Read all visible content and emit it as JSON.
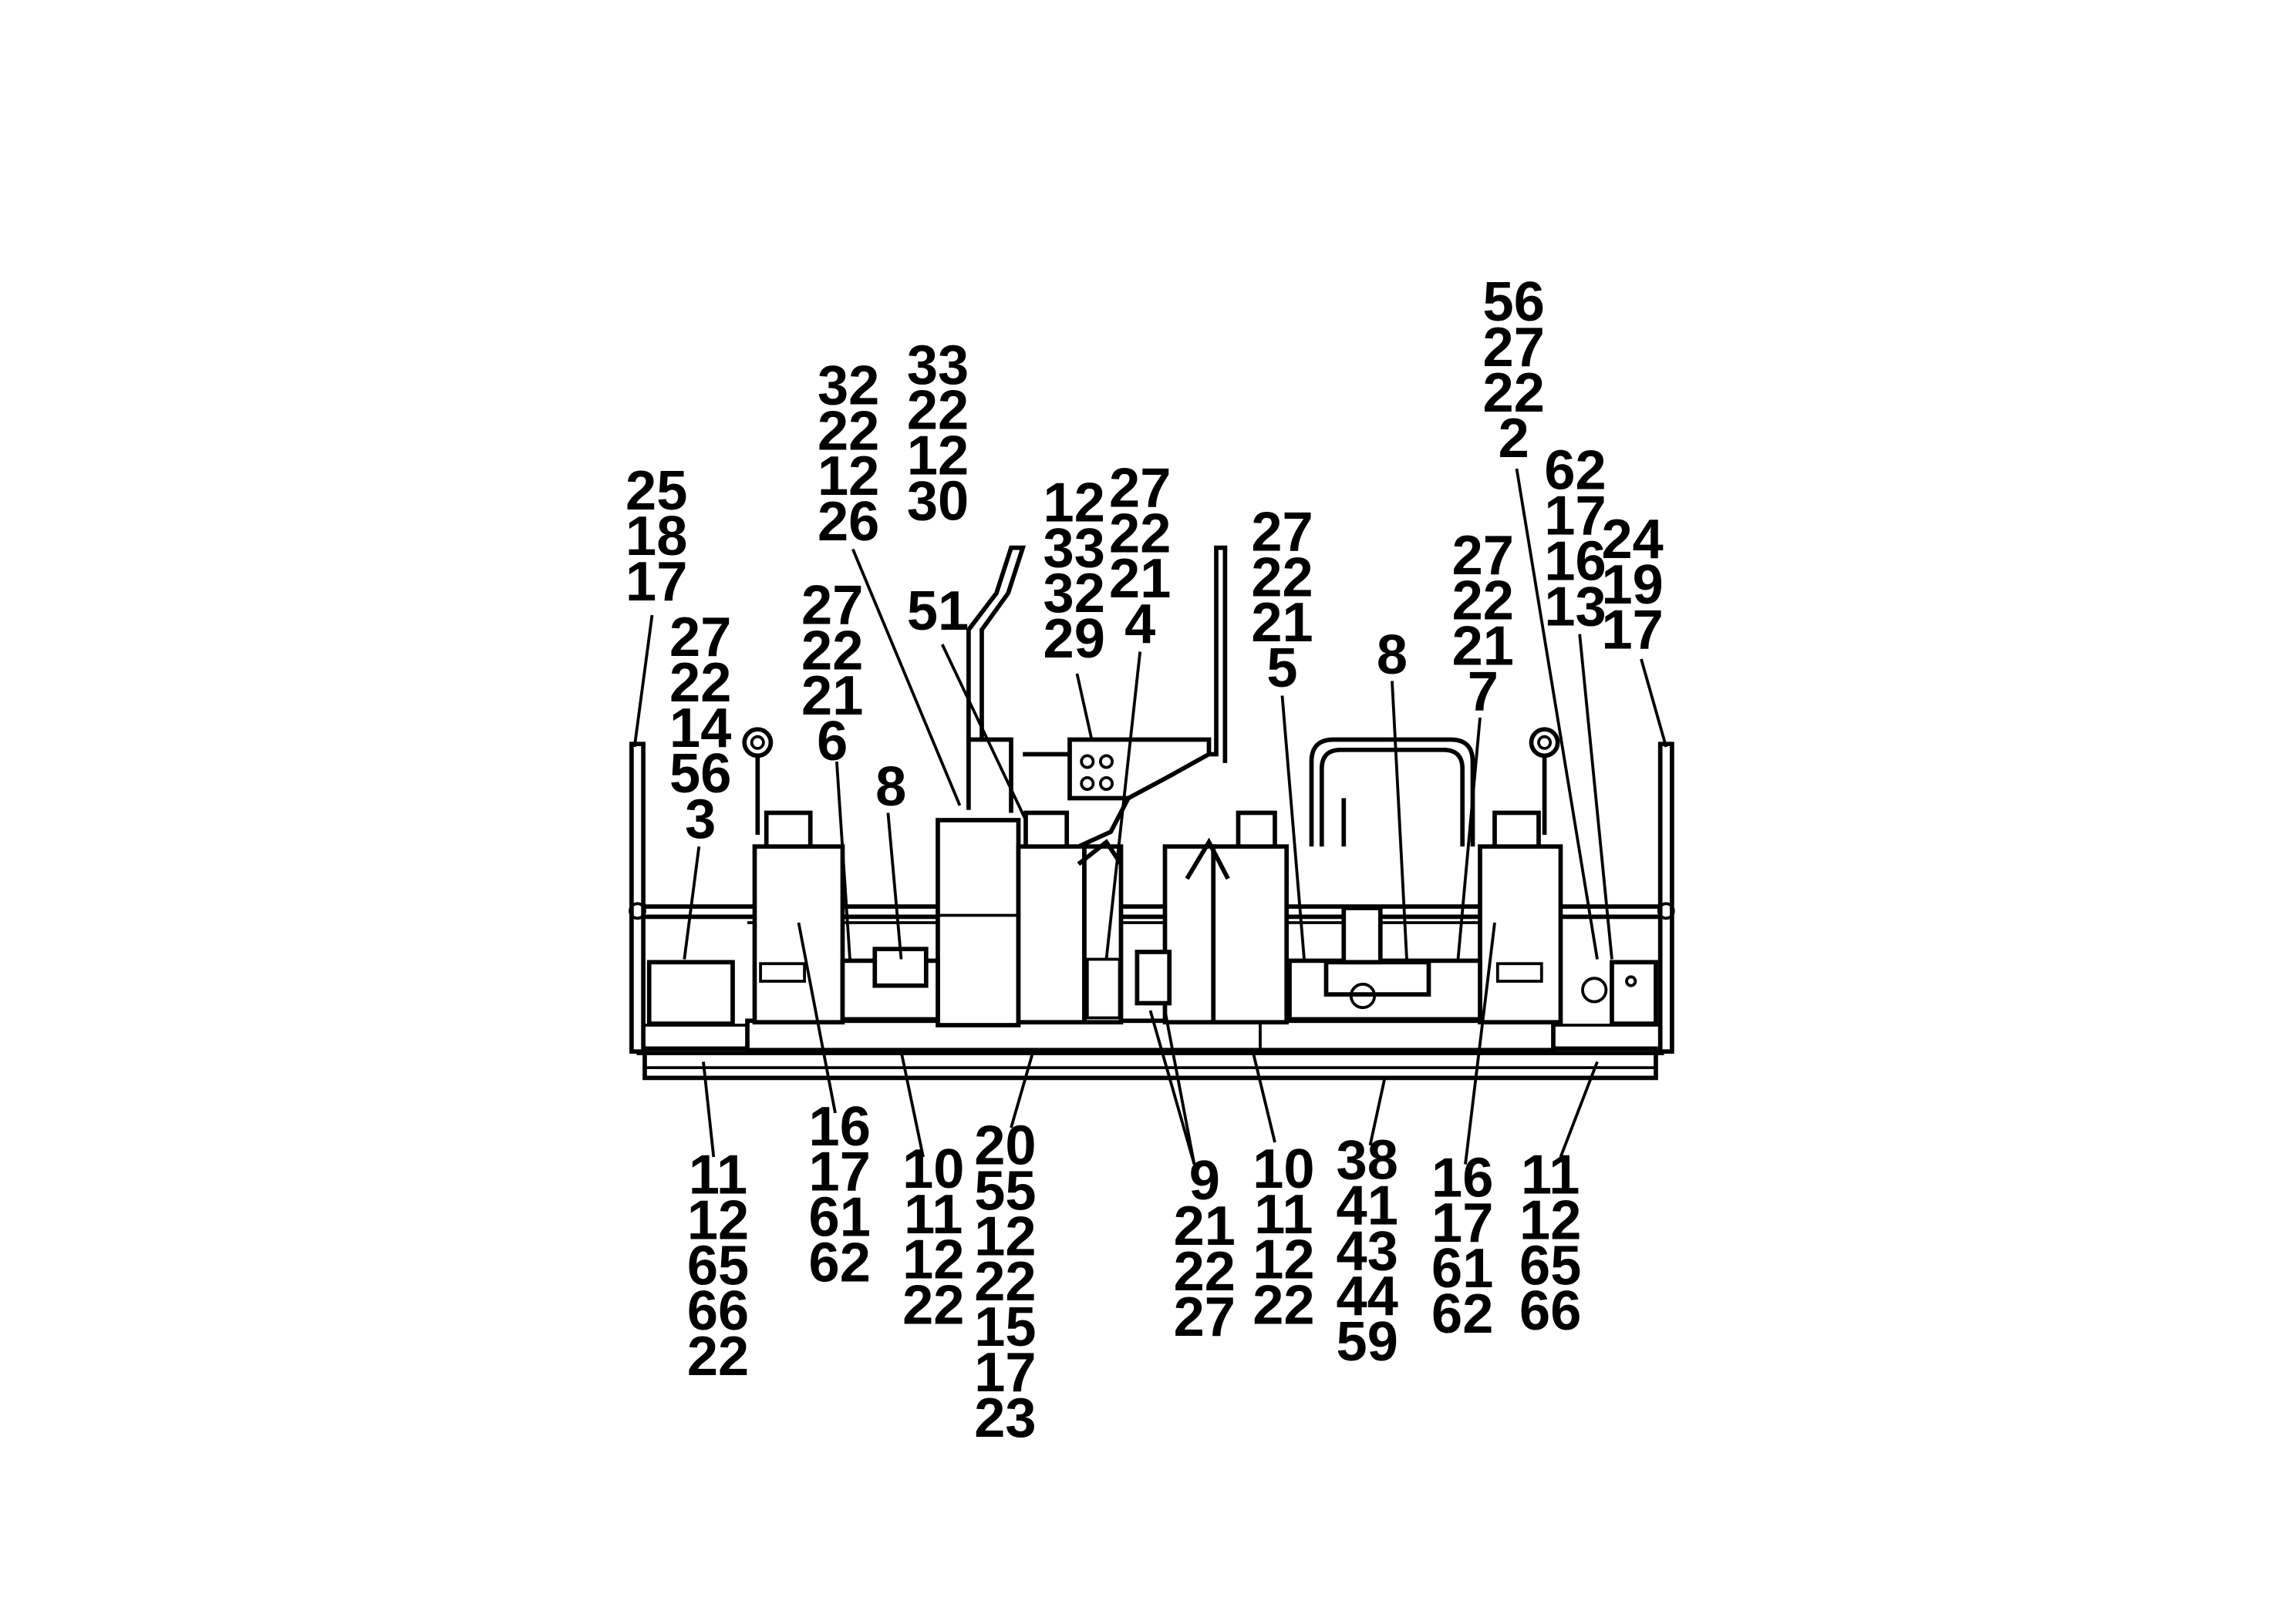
{
  "callouts": [
    {
      "id": "c1",
      "lines": [
        "25",
        "18",
        "17"
      ]
    },
    {
      "id": "c2",
      "lines": [
        "27",
        "22",
        "14",
        "56",
        "3"
      ]
    },
    {
      "id": "c3",
      "lines": [
        "32",
        "22",
        "12",
        "26"
      ]
    },
    {
      "id": "c4",
      "lines": [
        "33",
        "22",
        "12",
        "30"
      ]
    },
    {
      "id": "c5",
      "lines": [
        "27",
        "22",
        "21",
        "6"
      ]
    },
    {
      "id": "c6",
      "lines": [
        "8"
      ]
    },
    {
      "id": "c7",
      "lines": [
        "51"
      ]
    },
    {
      "id": "c8",
      "lines": [
        "12",
        "33",
        "32",
        "29"
      ]
    },
    {
      "id": "c9",
      "lines": [
        "27",
        "22",
        "21",
        "4"
      ]
    },
    {
      "id": "c10",
      "lines": [
        "27",
        "22",
        "21",
        "5"
      ]
    },
    {
      "id": "c11",
      "lines": [
        "8"
      ]
    },
    {
      "id": "c12",
      "lines": [
        "27",
        "22",
        "21",
        "7"
      ]
    },
    {
      "id": "c13",
      "lines": [
        "56",
        "27",
        "22",
        "2"
      ]
    },
    {
      "id": "c14",
      "lines": [
        "62",
        "17",
        "16",
        "13"
      ]
    },
    {
      "id": "c15",
      "lines": [
        "24",
        "19",
        "17"
      ]
    },
    {
      "id": "c16",
      "lines": [
        "11",
        "12",
        "65",
        "66",
        "22"
      ]
    },
    {
      "id": "c17",
      "lines": [
        "16",
        "17",
        "61",
        "62"
      ]
    },
    {
      "id": "c18",
      "lines": [
        "10",
        "11",
        "12",
        "22"
      ]
    },
    {
      "id": "c19",
      "lines": [
        "20",
        "55",
        "12",
        "22",
        "15",
        "17",
        "23"
      ]
    },
    {
      "id": "c20",
      "lines": [
        "9",
        "21",
        "22",
        "27"
      ]
    },
    {
      "id": "c21",
      "lines": [
        "10",
        "11",
        "12",
        "22"
      ]
    },
    {
      "id": "c22",
      "lines": [
        "38",
        "41",
        "43",
        "44",
        "59"
      ]
    },
    {
      "id": "c23",
      "lines": [
        "16",
        "17",
        "61",
        "62"
      ]
    },
    {
      "id": "c24",
      "lines": [
        "11",
        "12",
        "65",
        "66"
      ]
    }
  ]
}
